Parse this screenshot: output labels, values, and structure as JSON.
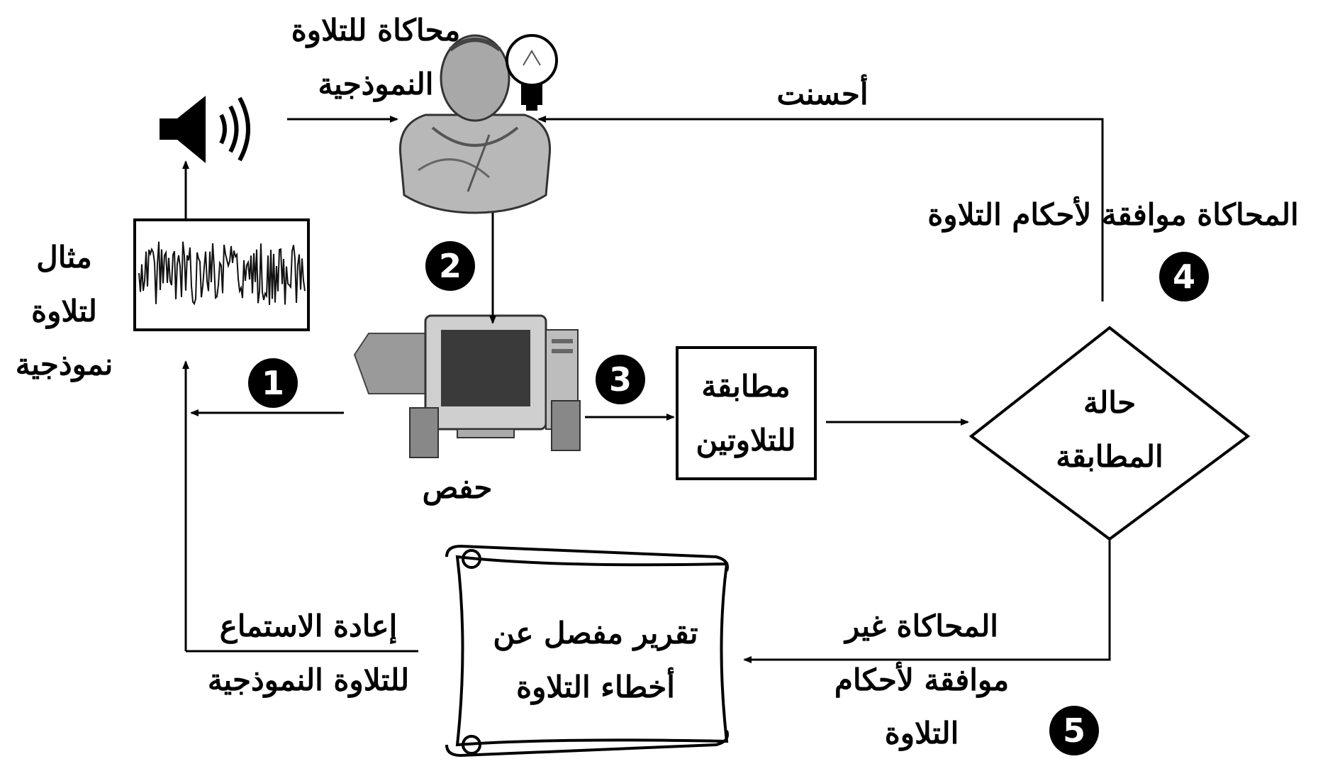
{
  "labels": {
    "imitation_title": "محاكاة للتلاوة النموذجية",
    "model_recitation_example": "مثال لتلاوة نموذجية",
    "hafs": "حفص",
    "match_box": "مطابقة للتلاوتين",
    "match_state": "حالة المطابقة",
    "well_done": "أحسنت",
    "imitation_compliant": "المحاكاة موافقة لأحكام التلاوة",
    "imitation_not_compliant": "المحاكاة غير موافقة لأحكام التلاوة",
    "detailed_report": "تقرير مفصل عن أخطاء التلاوة",
    "relisten": "إعادة الاستماع للتلاوة النموذجية"
  },
  "steps": [
    "1",
    "2",
    "3",
    "4",
    "5"
  ],
  "icons": [
    "speaker-icon",
    "waveform-icon",
    "person-icon",
    "lightbulb-icon",
    "computer-icon",
    "scroll-icon"
  ]
}
